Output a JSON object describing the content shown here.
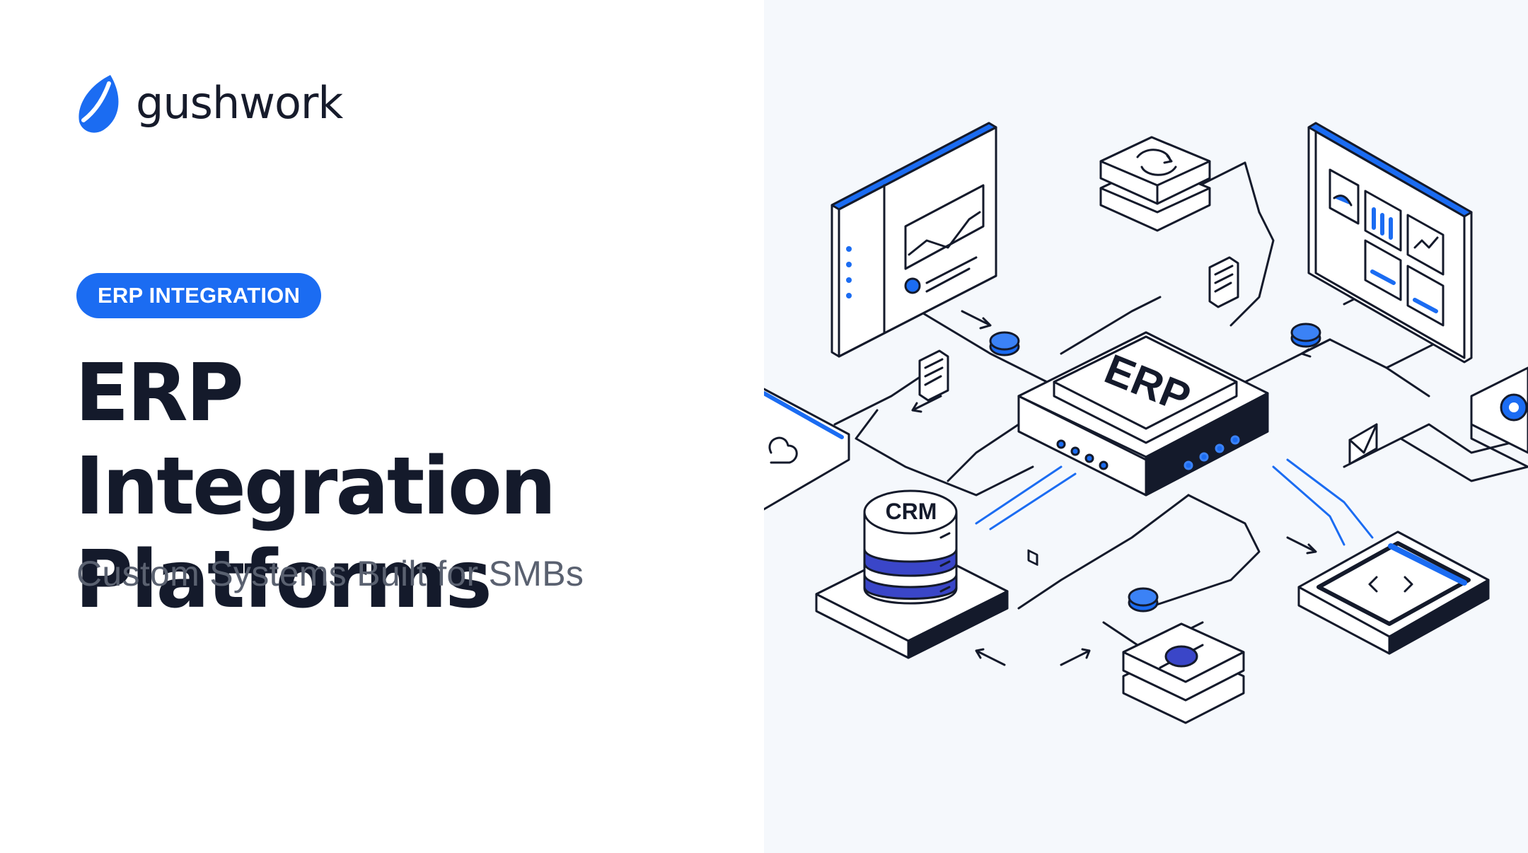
{
  "brand": {
    "name": "gushwork",
    "accent": "#1b6cf2",
    "dark": "#141a2b"
  },
  "hero": {
    "badge": "ERP INTEGRATION",
    "title_line1": "ERP Integration",
    "title_line2": "Platforms",
    "subtitle": "Custom Systems Built for SMBs"
  },
  "illustration": {
    "hub_label": "ERP",
    "database_label": "CRM",
    "icons": [
      "dashboard-window-icon",
      "sync-icon",
      "analytics-window-icon",
      "document-icon",
      "cloud-icon",
      "gear-icon",
      "mail-icon",
      "code-screen-icon",
      "node-icon"
    ]
  }
}
